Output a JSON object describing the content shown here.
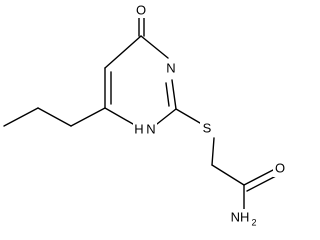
{
  "structure": {
    "atoms": {
      "carbonyl_oxygen": "O",
      "ring_nitrogen_top": "N",
      "ring_nitrogen_bottom": "H",
      "ring_nitrogen_bottom_main": "N",
      "sulfur": "S",
      "amide_oxygen": "O",
      "amide_nitrogen": "NH",
      "amide_nitrogen_subscript": "2"
    }
  }
}
